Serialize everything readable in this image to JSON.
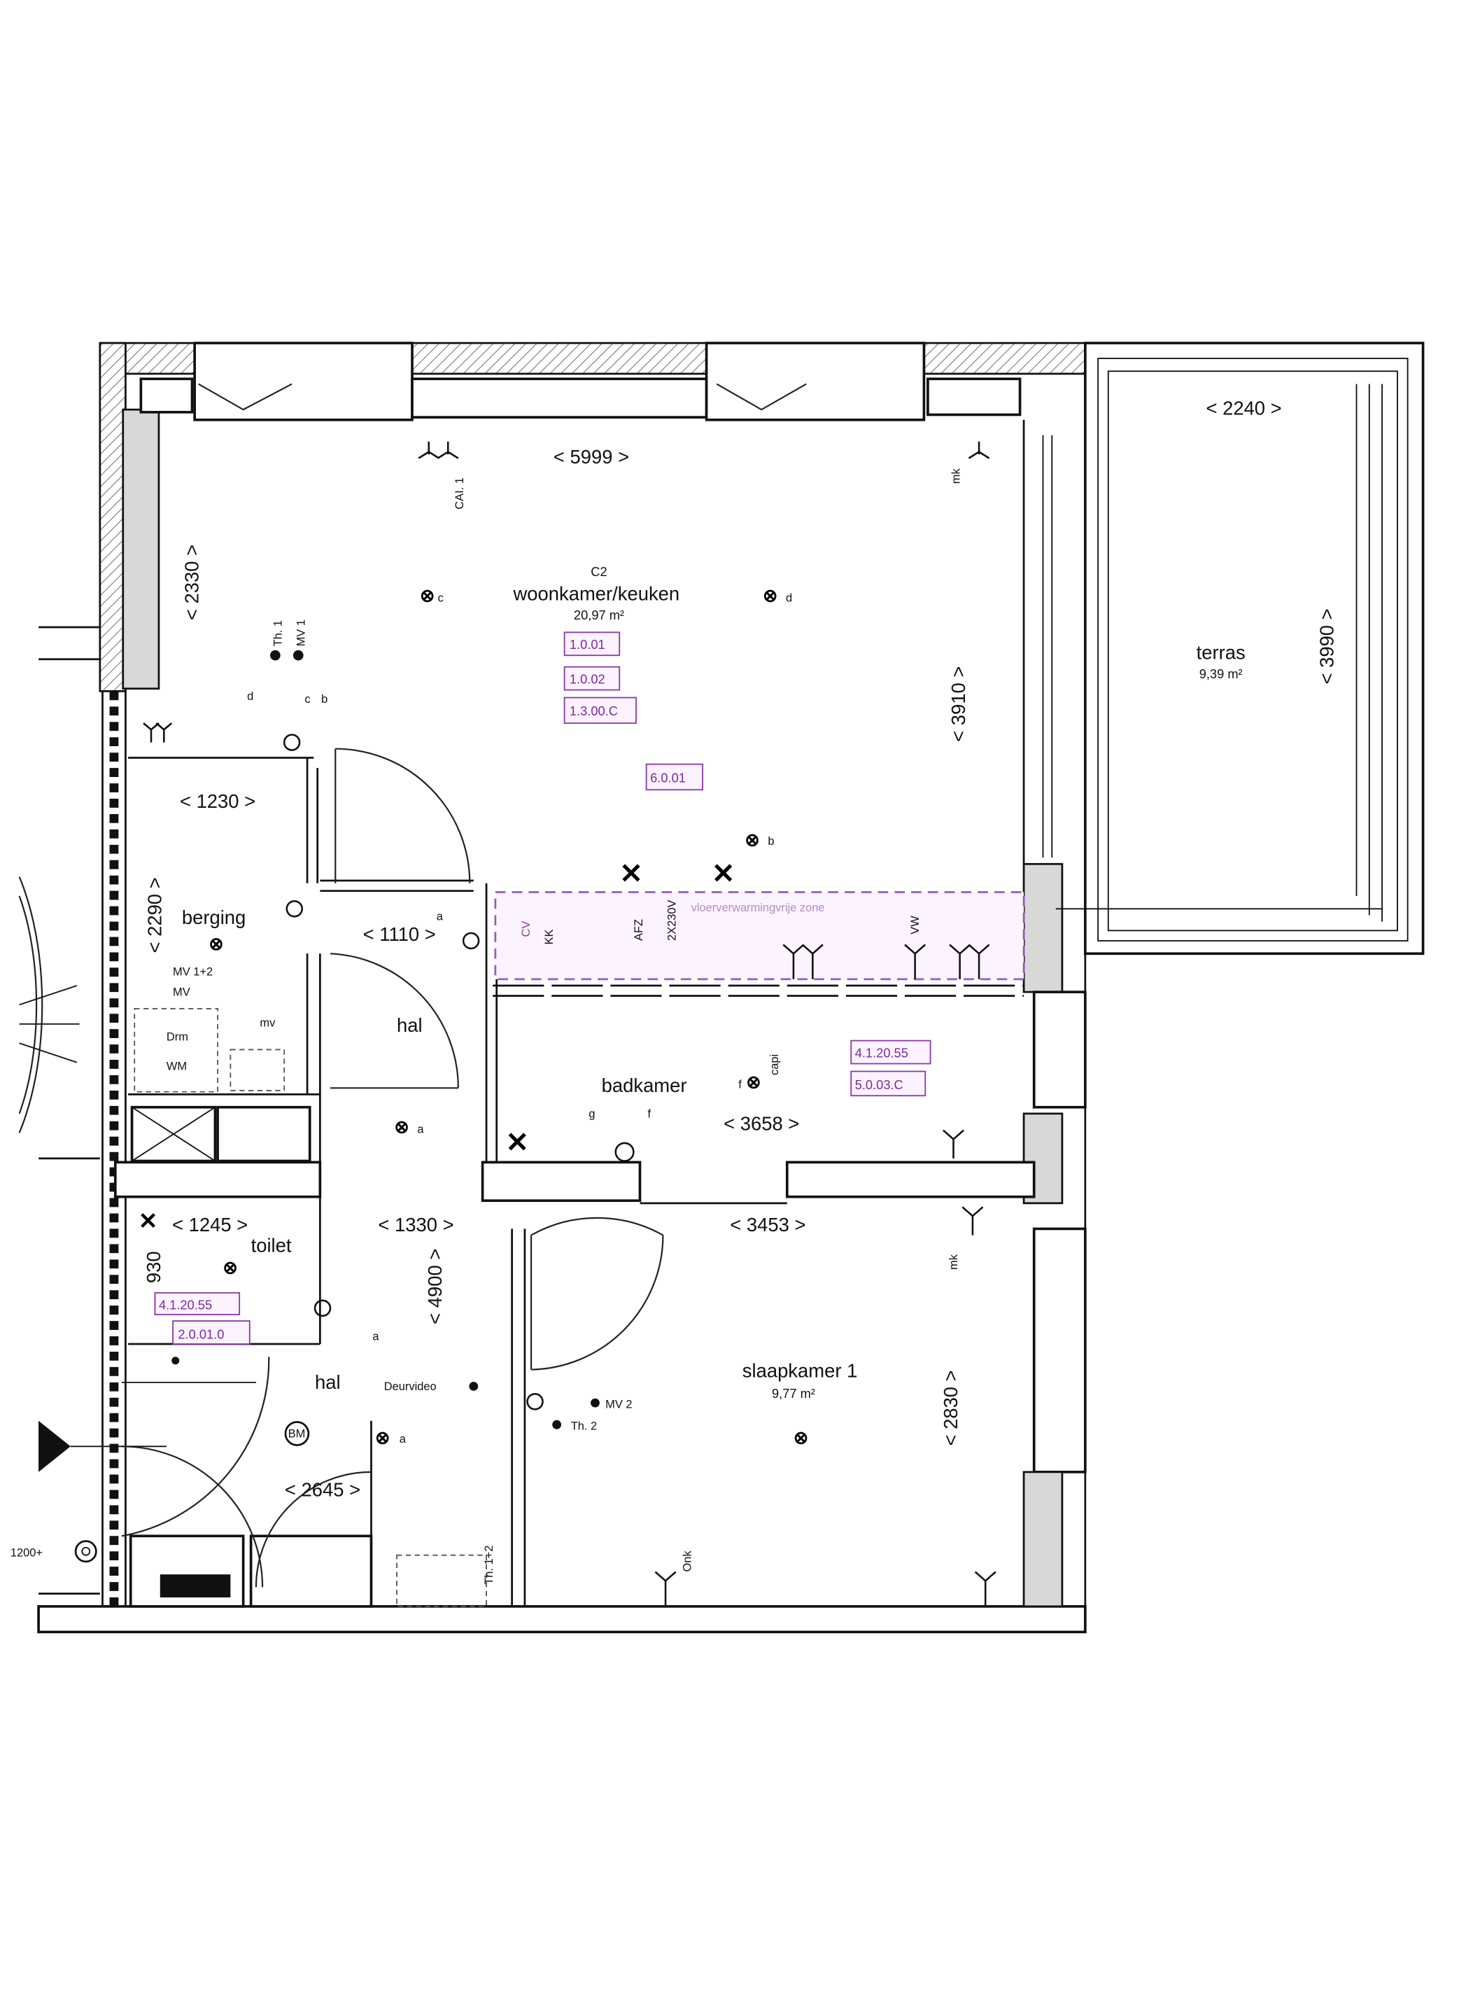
{
  "rooms": {
    "woonkamer": {
      "code": "C2",
      "name": "woonkamer/keuken",
      "area": "20,97 m²"
    },
    "terras": {
      "name": "terras",
      "area": "9,39 m²"
    },
    "berging": {
      "name": "berging"
    },
    "hal_top": {
      "name": "hal"
    },
    "hal_bottom": {
      "name": "hal"
    },
    "badkamer": {
      "name": "badkamer"
    },
    "toilet": {
      "name": "toilet"
    },
    "slaapkamer": {
      "name": "slaapkamer 1",
      "area": "9,77 m²"
    }
  },
  "dimensions": {
    "d5999": "< 5999 >",
    "d2240": "< 2240 >",
    "d2330": "< 2330 >",
    "d3910": "< 3910 >",
    "d3990": "< 3990 >",
    "d1230": "< 1230 >",
    "d2290": "< 2290 >",
    "d1110": "< 1110 >",
    "d3658": "< 3658 >",
    "d3453": "< 3453 >",
    "d1245": "< 1245 >",
    "d1330": "< 1330 >",
    "d4900": "< 4900 >",
    "d930": "930",
    "d2645": "< 2645 >",
    "d2830": "< 2830 >"
  },
  "codes": {
    "c1": "1.0.01",
    "c2": "1.0.02",
    "c3": "1.3.00.C",
    "c4": "6.0.01",
    "c5": "4.1.20.55",
    "c6": "5.0.03.C",
    "c7": "4.1.20.55",
    "c8": "2.0.01.0"
  },
  "annotations": {
    "cai": "CAI. 1",
    "mk_top": "mk",
    "th1": "Th. 1",
    "mv1": "MV 1",
    "mv12": "MV 1+2",
    "mv": "MV",
    "mv_lower": "mv",
    "drm": "Drm",
    "wm": "WM",
    "cv": "CV",
    "kk": "KK",
    "afz": "AFZ",
    "v230": "2X230V",
    "vw": "VW",
    "zone": "vloerverwarmingvrije zone",
    "capi": "capi",
    "deurvideo": "Deurvideo",
    "mv2": "MV 2",
    "th2": "Th. 2",
    "th12": "Th. 1+2",
    "mk_right": "mk",
    "onk": "Onk",
    "meter": "1200+",
    "bm": "BM",
    "la": "a",
    "lb": "b",
    "lc": "c",
    "ld": "d",
    "lf": "f",
    "lg": "g"
  }
}
